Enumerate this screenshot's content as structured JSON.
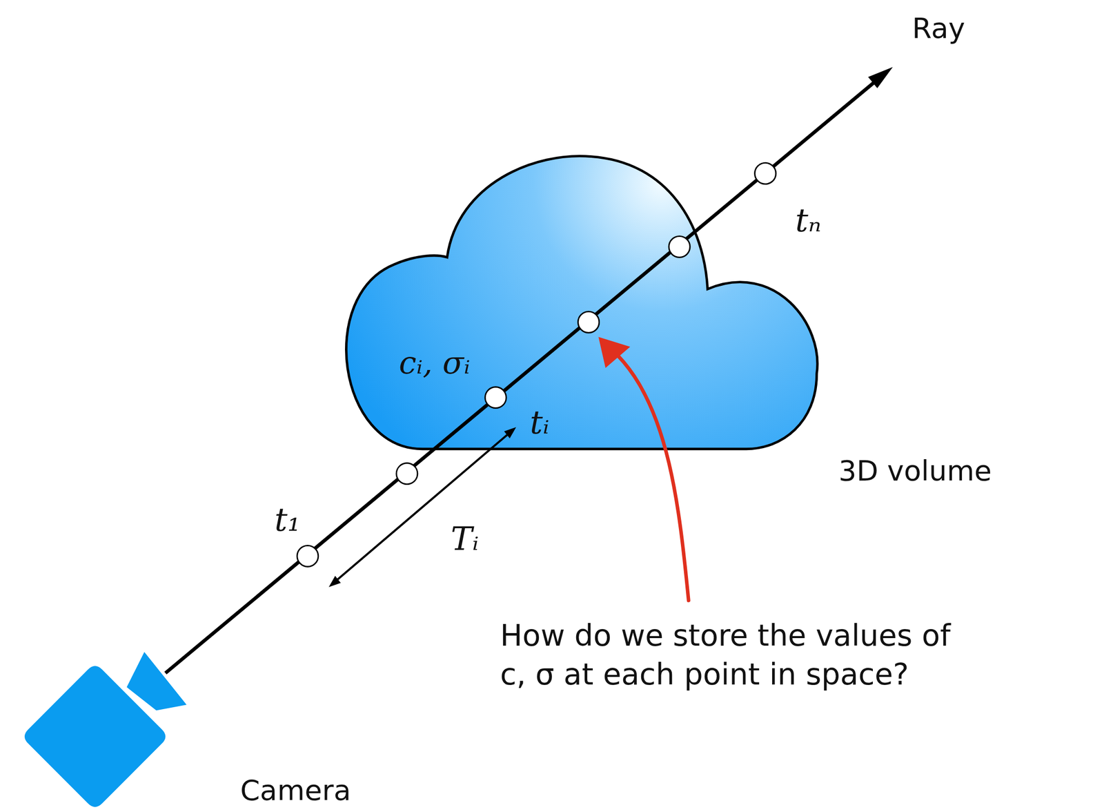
{
  "diagram": {
    "labels": [
      "Ray",
      "tₙ",
      "cᵢ, σᵢ",
      "tᵢ",
      "3D volume",
      "t₁",
      "Tᵢ",
      "How do we store the values of c, σ at each point in space?",
      "Camera"
    ]
  }
}
